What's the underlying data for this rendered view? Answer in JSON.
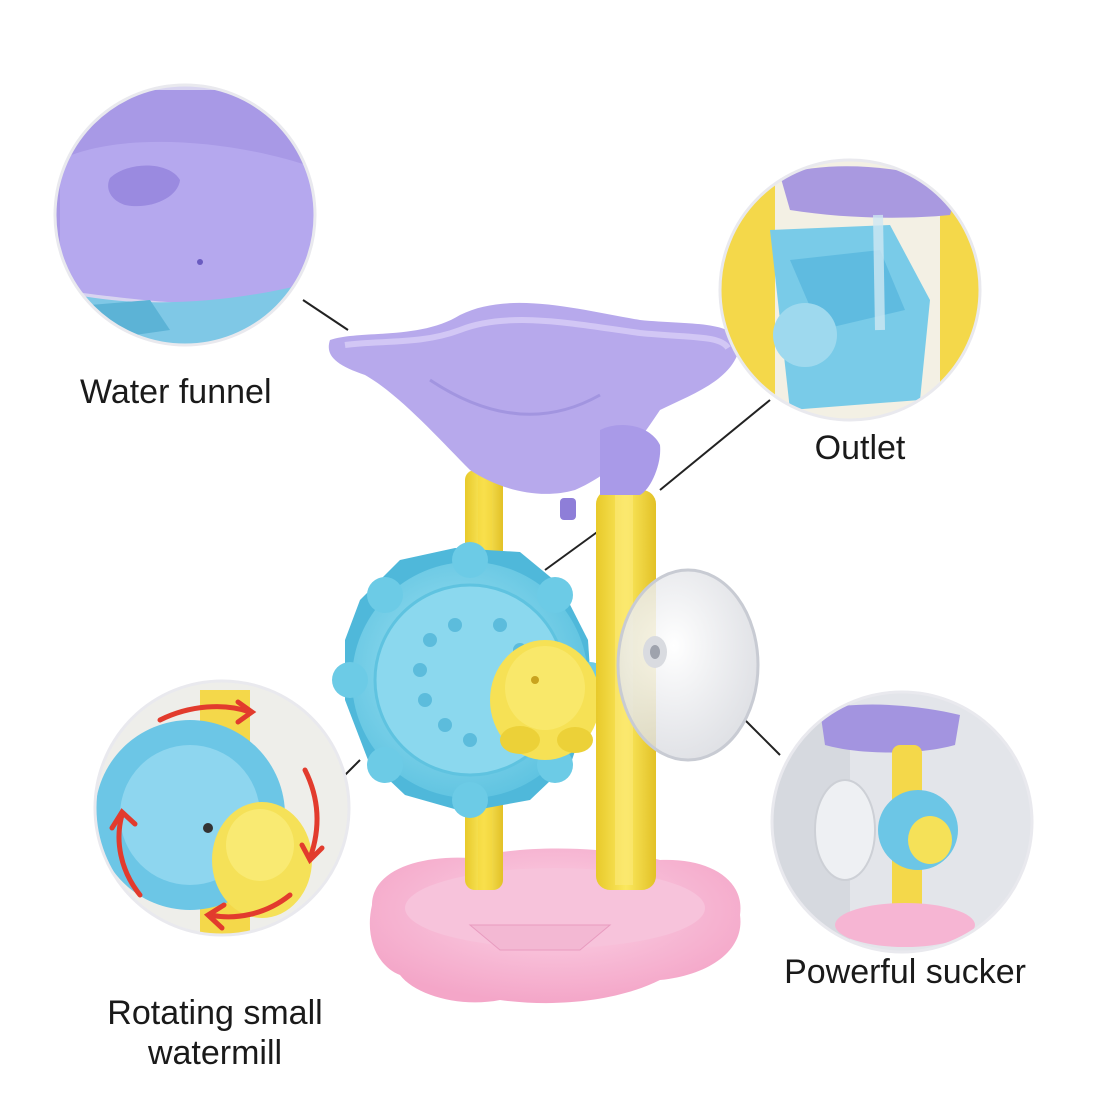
{
  "labels": {
    "water_funnel": "Water funnel",
    "outlet": "Outlet",
    "powerful_sucker": "Powerful sucker",
    "rotating_watermill": "Rotating small watermill"
  },
  "colors": {
    "funnel": "#b7a9ec",
    "wheel": "#7dd3ea",
    "pillar": "#f7e14d",
    "base": "#f8b3d2",
    "arrows": "#e23b2d"
  }
}
